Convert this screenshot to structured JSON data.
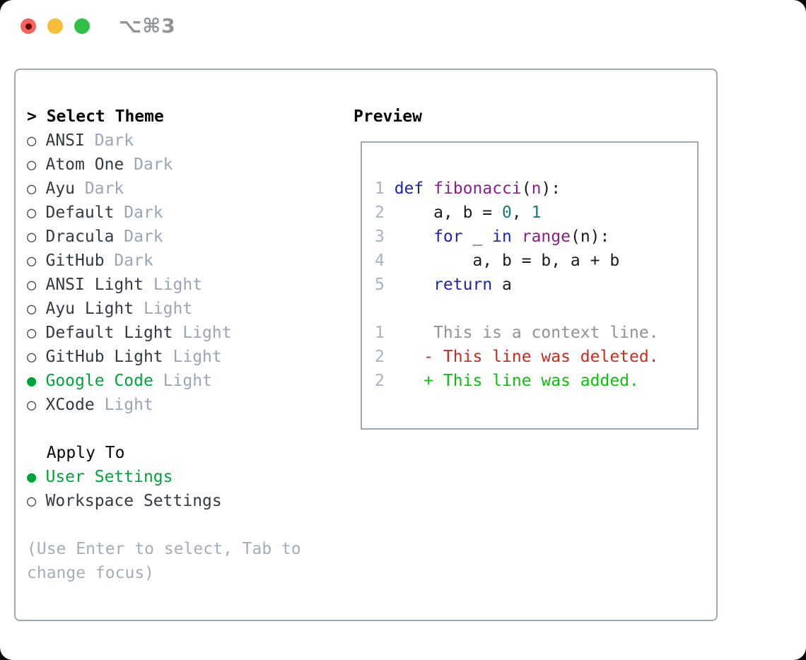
{
  "titlebar": {
    "title": "⌥⌘3",
    "buttons": [
      {
        "name": "close",
        "color": "#f5635a"
      },
      {
        "name": "minimize",
        "color": "#f6bd38"
      },
      {
        "name": "zoom",
        "color": "#30c048"
      }
    ]
  },
  "left": {
    "prompt": ">",
    "title": "Select Theme",
    "radio_unselected": "○",
    "radio_selected": "●",
    "themes": [
      {
        "name": "ANSI",
        "variant": "Dark",
        "selected": false
      },
      {
        "name": "Atom One",
        "variant": "Dark",
        "selected": false
      },
      {
        "name": "Ayu",
        "variant": "Dark",
        "selected": false
      },
      {
        "name": "Default",
        "variant": "Dark",
        "selected": false
      },
      {
        "name": "Dracula",
        "variant": "Dark",
        "selected": false
      },
      {
        "name": "GitHub",
        "variant": "Dark",
        "selected": false
      },
      {
        "name": "ANSI Light",
        "variant": "Light",
        "selected": false
      },
      {
        "name": "Ayu Light",
        "variant": "Light",
        "selected": false
      },
      {
        "name": "Default Light",
        "variant": "Light",
        "selected": false
      },
      {
        "name": "GitHub Light",
        "variant": "Light",
        "selected": false
      },
      {
        "name": "Google Code",
        "variant": "Light",
        "selected": true
      },
      {
        "name": "XCode",
        "variant": "Light",
        "selected": false
      }
    ],
    "apply_title": "Apply To",
    "apply_options": [
      {
        "name": "User Settings",
        "selected": true
      },
      {
        "name": "Workspace Settings",
        "selected": false
      }
    ],
    "help_line1": "(Use Enter to select, Tab to",
    "help_line2": "change focus)"
  },
  "preview": {
    "title": "Preview",
    "code_lines": [
      {
        "num": "1",
        "segs": [
          {
            "c": "kwd",
            "t": "def"
          },
          {
            "c": "pln",
            "t": " "
          },
          {
            "c": "typ",
            "t": "fibonacci"
          },
          {
            "c": "pln",
            "t": "("
          },
          {
            "c": "typ",
            "t": "n"
          },
          {
            "c": "pln",
            "t": "):"
          }
        ]
      },
      {
        "num": "2",
        "segs": [
          {
            "c": "pln",
            "t": "    a, b = "
          },
          {
            "c": "lit",
            "t": "0"
          },
          {
            "c": "pln",
            "t": ", "
          },
          {
            "c": "lit",
            "t": "1"
          }
        ]
      },
      {
        "num": "3",
        "segs": [
          {
            "c": "pln",
            "t": "    "
          },
          {
            "c": "kwd",
            "t": "for"
          },
          {
            "c": "pln",
            "t": " _ "
          },
          {
            "c": "kwd",
            "t": "in"
          },
          {
            "c": "pln",
            "t": " "
          },
          {
            "c": "typ",
            "t": "range"
          },
          {
            "c": "pln",
            "t": "(n):"
          }
        ]
      },
      {
        "num": "4",
        "segs": [
          {
            "c": "pln",
            "t": "        a, b = b, a + b"
          }
        ]
      },
      {
        "num": "5",
        "segs": [
          {
            "c": "pln",
            "t": "    "
          },
          {
            "c": "kwd",
            "t": "return"
          },
          {
            "c": "pln",
            "t": " a"
          }
        ]
      }
    ],
    "diff_lines": [
      {
        "num": "1",
        "kind": "ctx",
        "text": "    This is a context line."
      },
      {
        "num": "2",
        "kind": "del",
        "text": "   - This line was deleted."
      },
      {
        "num": "2",
        "kind": "add",
        "text": "   + This line was added."
      }
    ]
  },
  "colors": {
    "accent_green": "#00a43a",
    "muted_gray": "#9aa6b5",
    "dark_text": "#343a41",
    "panel_border": "#9fa8b2",
    "keyword_blue": "#1f24ad",
    "type_purple": "#8a1f8d",
    "literal_teal": "#17777c",
    "line_number": "#a8b2c0",
    "context_gray": "#909396",
    "deleted_red": "#cd2b1d",
    "added_green": "#0bc20b",
    "traffic_red": "#f5635a",
    "traffic_yellow": "#f6bd38",
    "traffic_green": "#30c048",
    "title_gray": "#8f9499"
  }
}
